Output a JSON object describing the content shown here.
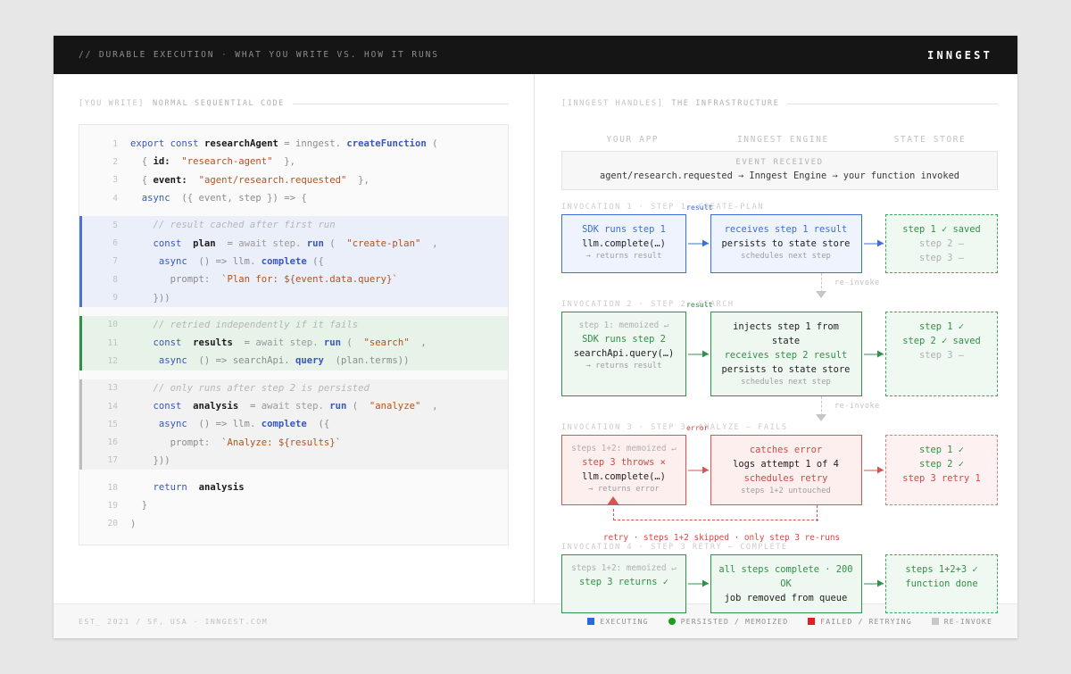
{
  "header": {
    "left_comment": "// DURABLE EXECUTION",
    "left_sep": "·",
    "left_title": "WHAT YOU WRITE VS. HOW IT RUNS",
    "brand": "INNGEST"
  },
  "left_panel": {
    "section_tag": "[YOU WRITE]",
    "section_title": "NORMAL SEQUENTIAL CODE",
    "code_blocks": [
      {
        "style": "plain",
        "lines": [
          {
            "n": "1",
            "tokens": [
              {
                "t": "export const",
                "c": "t-kw"
              },
              {
                "t": " ",
                "c": "t-plain"
              },
              {
                "t": "researchAgent",
                "c": "t-var"
              },
              {
                "t": " = ",
                "c": "t-plain"
              },
              {
                "t": "inngest.",
                "c": "t-plain"
              },
              {
                "t": " ",
                "c": "t-plain"
              },
              {
                "t": "createFunction",
                "c": "t-fn"
              },
              {
                "t": " (",
                "c": "t-plain"
              }
            ]
          },
          {
            "n": "2",
            "tokens": [
              {
                "t": "  { ",
                "c": "t-plain"
              },
              {
                "t": "id:",
                "c": "t-var"
              },
              {
                "t": "  ",
                "c": "t-plain"
              },
              {
                "t": "\"research-agent\"",
                "c": "t-str"
              },
              {
                "t": "  },",
                "c": "t-plain"
              }
            ]
          },
          {
            "n": "3",
            "tokens": [
              {
                "t": "  { ",
                "c": "t-plain"
              },
              {
                "t": "event:",
                "c": "t-var"
              },
              {
                "t": "  ",
                "c": "t-plain"
              },
              {
                "t": "\"agent/research.requested\"",
                "c": "t-str"
              },
              {
                "t": "  },",
                "c": "t-plain"
              }
            ]
          },
          {
            "n": "4",
            "tokens": [
              {
                "t": "  ",
                "c": "t-plain"
              },
              {
                "t": "async",
                "c": "t-kw"
              },
              {
                "t": "  ({ event, step }) => {",
                "c": "t-plain"
              }
            ]
          }
        ]
      },
      {
        "style": "blue",
        "lines": [
          {
            "n": "5",
            "tokens": [
              {
                "t": "    // result cached after first run",
                "c": "t-cmt"
              }
            ]
          },
          {
            "n": "6",
            "tokens": [
              {
                "t": "    ",
                "c": "t-plain"
              },
              {
                "t": "const",
                "c": "t-kw"
              },
              {
                "t": "  ",
                "c": "t-plain"
              },
              {
                "t": "plan",
                "c": "t-var"
              },
              {
                "t": "  = ",
                "c": "t-plain"
              },
              {
                "t": "await",
                "c": "t-dim"
              },
              {
                "t": " step. ",
                "c": "t-dim"
              },
              {
                "t": "run",
                "c": "t-fn"
              },
              {
                "t": " (  ",
                "c": "t-plain"
              },
              {
                "t": "\"create-plan\"",
                "c": "t-str"
              },
              {
                "t": "  ,",
                "c": "t-plain"
              }
            ]
          },
          {
            "n": "7",
            "tokens": [
              {
                "t": "     ",
                "c": "t-plain"
              },
              {
                "t": "async",
                "c": "t-kw"
              },
              {
                "t": "  () => llm. ",
                "c": "t-plain"
              },
              {
                "t": "complete",
                "c": "t-fn"
              },
              {
                "t": " ({",
                "c": "t-plain"
              }
            ]
          },
          {
            "n": "8",
            "tokens": [
              {
                "t": "       prompt:  ",
                "c": "t-plain"
              },
              {
                "t": "`Plan for: ${event.data.query}`",
                "c": "t-tpl"
              }
            ]
          },
          {
            "n": "9",
            "tokens": [
              {
                "t": "    }))",
                "c": "t-plain"
              }
            ]
          }
        ]
      },
      {
        "style": "green",
        "lines": [
          {
            "n": "10",
            "tokens": [
              {
                "t": "    // retried independently if it fails",
                "c": "t-cmt"
              }
            ]
          },
          {
            "n": "11",
            "tokens": [
              {
                "t": "    ",
                "c": "t-plain"
              },
              {
                "t": "const",
                "c": "t-kw"
              },
              {
                "t": "  ",
                "c": "t-plain"
              },
              {
                "t": "results",
                "c": "t-var"
              },
              {
                "t": "  = ",
                "c": "t-plain"
              },
              {
                "t": "await",
                "c": "t-dim"
              },
              {
                "t": " step. ",
                "c": "t-dim"
              },
              {
                "t": "run",
                "c": "t-fn"
              },
              {
                "t": " (  ",
                "c": "t-plain"
              },
              {
                "t": "\"search\"",
                "c": "t-str"
              },
              {
                "t": "  ,",
                "c": "t-plain"
              }
            ]
          },
          {
            "n": "12",
            "tokens": [
              {
                "t": "     ",
                "c": "t-plain"
              },
              {
                "t": "async",
                "c": "t-kw"
              },
              {
                "t": "  () => searchApi. ",
                "c": "t-plain"
              },
              {
                "t": "query",
                "c": "t-fn"
              },
              {
                "t": "  (plan.terms))",
                "c": "t-plain"
              }
            ]
          }
        ]
      },
      {
        "style": "grey",
        "lines": [
          {
            "n": "13",
            "tokens": [
              {
                "t": "    // only runs after step 2 is persisted",
                "c": "t-cmt"
              }
            ]
          },
          {
            "n": "14",
            "tokens": [
              {
                "t": "    ",
                "c": "t-plain"
              },
              {
                "t": "const",
                "c": "t-kw"
              },
              {
                "t": "  ",
                "c": "t-plain"
              },
              {
                "t": "analysis",
                "c": "t-var"
              },
              {
                "t": "  = ",
                "c": "t-plain"
              },
              {
                "t": "await",
                "c": "t-dim"
              },
              {
                "t": " step. ",
                "c": "t-dim"
              },
              {
                "t": "run",
                "c": "t-fn"
              },
              {
                "t": " (  ",
                "c": "t-plain"
              },
              {
                "t": "\"analyze\"",
                "c": "t-str"
              },
              {
                "t": "  ,",
                "c": "t-plain"
              }
            ]
          },
          {
            "n": "15",
            "tokens": [
              {
                "t": "     ",
                "c": "t-plain"
              },
              {
                "t": "async",
                "c": "t-kw"
              },
              {
                "t": "  () => llm. ",
                "c": "t-plain"
              },
              {
                "t": "complete",
                "c": "t-fn"
              },
              {
                "t": "  ({",
                "c": "t-plain"
              }
            ]
          },
          {
            "n": "16",
            "tokens": [
              {
                "t": "       prompt:  ",
                "c": "t-plain"
              },
              {
                "t": "`Analyze: ${results}`",
                "c": "t-tpl"
              }
            ]
          },
          {
            "n": "17",
            "tokens": [
              {
                "t": "    }))",
                "c": "t-plain"
              }
            ]
          }
        ]
      },
      {
        "style": "plain",
        "lines": [
          {
            "n": "18",
            "tokens": [
              {
                "t": "    ",
                "c": "t-plain"
              },
              {
                "t": "return",
                "c": "t-kw"
              },
              {
                "t": "  ",
                "c": "t-plain"
              },
              {
                "t": "analysis",
                "c": "t-var"
              }
            ]
          },
          {
            "n": "19",
            "tokens": [
              {
                "t": "  }",
                "c": "t-plain"
              }
            ]
          },
          {
            "n": "20",
            "tokens": [
              {
                "t": ")",
                "c": "t-plain"
              }
            ]
          }
        ]
      }
    ]
  },
  "right_panel": {
    "section_tag": "[INNGEST HANDLES]",
    "section_title": "THE INFRASTRUCTURE",
    "columns": [
      "YOUR APP",
      "INNGEST ENGINE",
      "STATE STORE"
    ],
    "event_box": {
      "title": "EVENT RECEIVED",
      "detail": "agent/research.requested → Inngest Engine → your function invoked"
    },
    "invocations": [
      {
        "label": "INVOCATION 1 · STEP 1: CREATE-PLAN",
        "accent": "blue",
        "app": {
          "lines": [
            {
              "text": "SDK runs step 1",
              "cls": "l1 c-blue"
            },
            {
              "text": "llm.complete(…)",
              "cls": "l2 c-dark"
            },
            {
              "text": "→ returns result",
              "cls": "sm c-grey2"
            }
          ]
        },
        "arrow_label": "result",
        "engine": {
          "lines": [
            {
              "text": "receives step 1 result",
              "cls": "l1 c-blue"
            },
            {
              "text": "persists to state store",
              "cls": "l2 c-dark"
            },
            {
              "text": "schedules next step",
              "cls": "sm c-grey2"
            }
          ]
        },
        "store": {
          "lines": [
            {
              "text": "step 1 ✓ saved",
              "cls": "l1 c-green"
            },
            {
              "text": "step 2 –",
              "cls": "l2 c-grey"
            },
            {
              "text": "step 3 –",
              "cls": "l2 c-grey"
            }
          ]
        },
        "reinvoke": "re-invoke"
      },
      {
        "label": "INVOCATION 2 · STEP 2: SEARCH",
        "accent": "green",
        "app": {
          "lines": [
            {
              "text": "step 1: memoized ↵",
              "cls": "l3 c-grey"
            },
            {
              "text": "SDK runs step 2",
              "cls": "l1 c-green"
            },
            {
              "text": "searchApi.query(…)",
              "cls": "l2 c-dark"
            },
            {
              "text": "→ returns result",
              "cls": "sm c-grey2"
            }
          ]
        },
        "arrow_label": "result",
        "engine": {
          "lines": [
            {
              "text": "injects step 1 from state",
              "cls": "l1 c-dark"
            },
            {
              "text": "receives step 2 result",
              "cls": "l1 c-green"
            },
            {
              "text": "persists to state store",
              "cls": "l2 c-dark"
            },
            {
              "text": "schedules next step",
              "cls": "sm c-grey2"
            }
          ]
        },
        "store": {
          "lines": [
            {
              "text": "step 1 ✓",
              "cls": "l1 c-green"
            },
            {
              "text": "step 2 ✓ saved",
              "cls": "l1 c-green"
            },
            {
              "text": "step 3 –",
              "cls": "l2 c-grey"
            }
          ]
        },
        "reinvoke": "re-invoke"
      },
      {
        "label": "INVOCATION 3 · STEP 3: ANALYZE — FAILS",
        "accent": "red",
        "app": {
          "lines": [
            {
              "text": "steps 1+2: memoized ↵",
              "cls": "l3 c-grey"
            },
            {
              "text": "step 3 throws ×",
              "cls": "l1 c-red"
            },
            {
              "text": "llm.complete(…)",
              "cls": "l2 c-dark"
            },
            {
              "text": "→ returns error",
              "cls": "sm c-grey2"
            }
          ]
        },
        "arrow_label": "error",
        "engine": {
          "lines": [
            {
              "text": "catches error",
              "cls": "l1 c-red"
            },
            {
              "text": "logs attempt 1 of 4",
              "cls": "l1 c-dark"
            },
            {
              "text": "schedules retry",
              "cls": "l1 c-red"
            },
            {
              "text": "steps 1+2 untouched",
              "cls": "sm c-grey2"
            }
          ]
        },
        "store": {
          "lines": [
            {
              "text": "step 1 ✓",
              "cls": "l1 c-green"
            },
            {
              "text": "step 2 ✓",
              "cls": "l1 c-green"
            },
            {
              "text": "step 3 retry 1",
              "cls": "l1 c-red"
            }
          ]
        },
        "retry_note": "retry · steps 1+2 skipped · only step 3 re-runs"
      },
      {
        "label": "INVOCATION 4 · STEP 3 RETRY — COMPLETE",
        "accent": "green",
        "app": {
          "lines": [
            {
              "text": "steps 1+2: memoized ↵",
              "cls": "l3 c-grey"
            },
            {
              "text": "step 3 returns ✓",
              "cls": "l1 c-green"
            }
          ]
        },
        "arrow_label": "",
        "engine": {
          "lines": [
            {
              "text": "all steps complete · 200 OK",
              "cls": "l1 c-green"
            },
            {
              "text": "job removed from queue",
              "cls": "l1 c-dark"
            }
          ]
        },
        "store": {
          "lines": [
            {
              "text": "steps 1+2+3 ✓",
              "cls": "l1 c-green"
            },
            {
              "text": "function done",
              "cls": "l1 c-green"
            }
          ]
        }
      }
    ]
  },
  "footer": {
    "meta": "EST_ 2021 / SF, USA  ·  INNGEST.COM",
    "legend": [
      {
        "label": "EXECUTING",
        "color": "#2a6ae0",
        "shape": "square"
      },
      {
        "label": "PERSISTED / MEMOIZED",
        "color": "#17a01f",
        "shape": "circle"
      },
      {
        "label": "FAILED / RETRYING",
        "color": "#e02020",
        "shape": "square"
      },
      {
        "label": "RE-INVOKE",
        "color": "#c9c9c9",
        "shape": "square"
      }
    ]
  }
}
